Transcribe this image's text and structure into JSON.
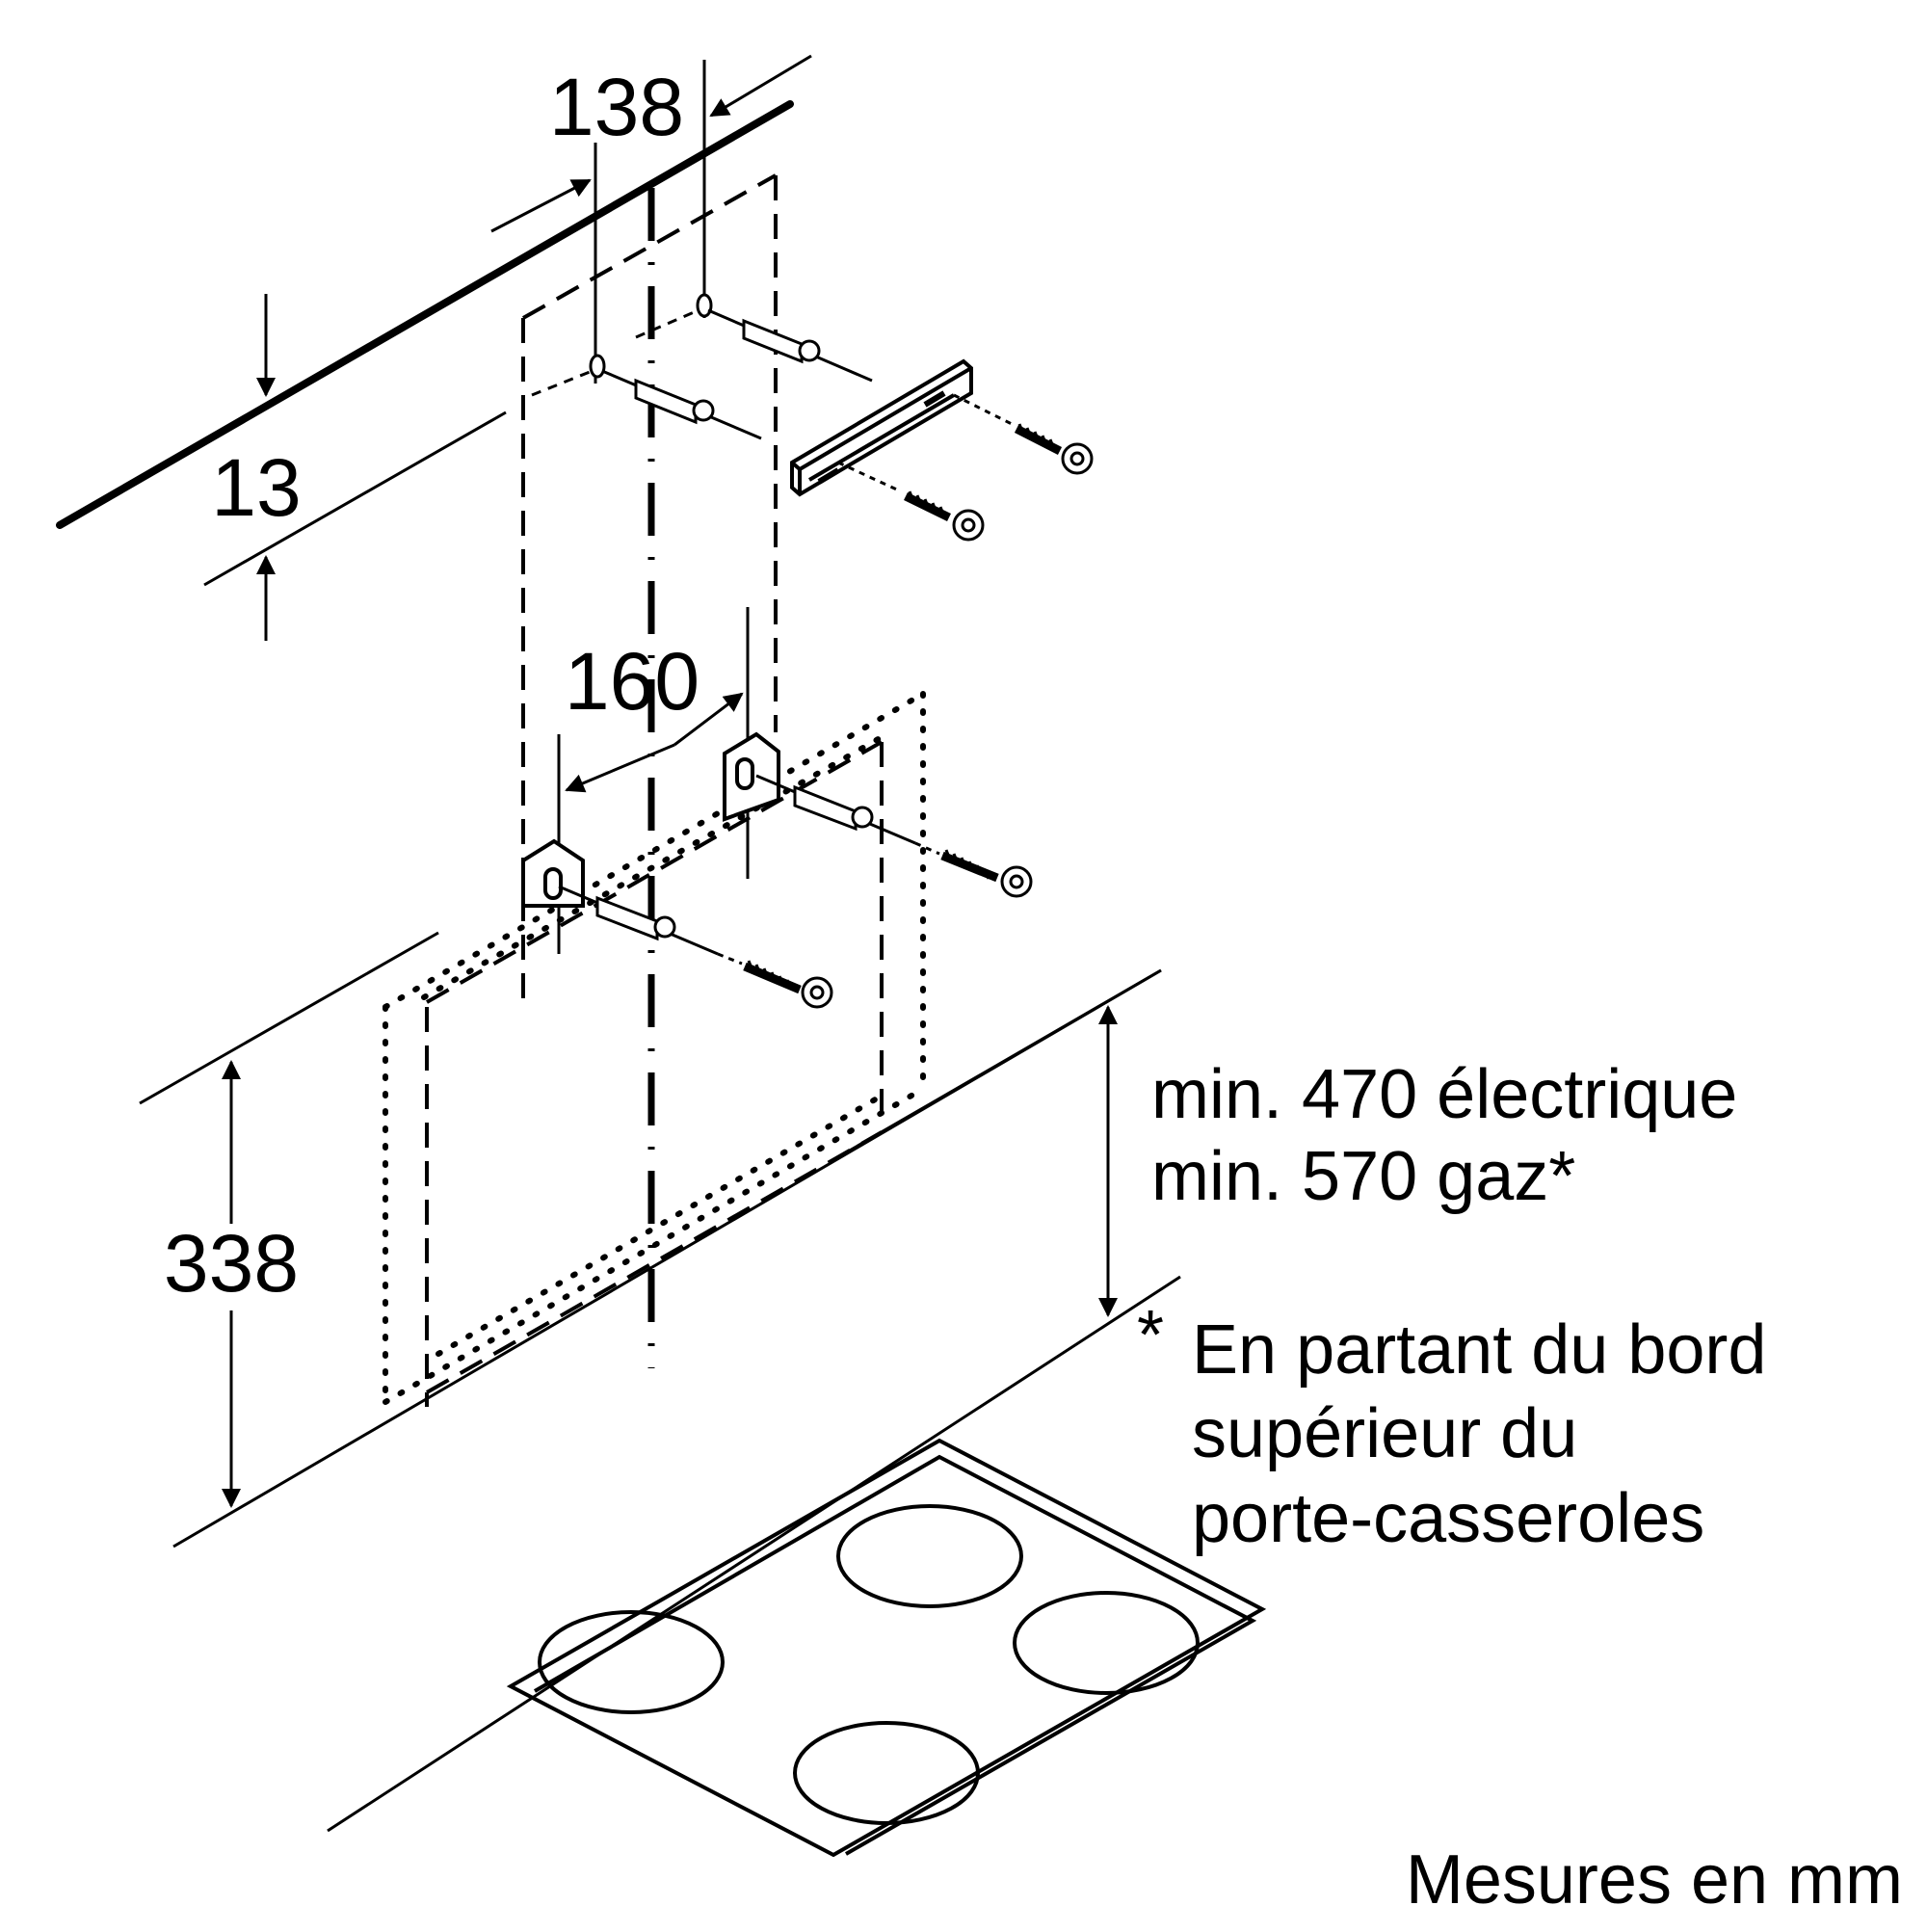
{
  "dimensions": {
    "d138": "138",
    "d13": "13",
    "d160": "160",
    "d338": "338"
  },
  "clearance": {
    "line1": "min. 470 électrique",
    "line2": "min. 570 gaz*"
  },
  "footnote": {
    "marker": "*",
    "line1": "En partant du bord",
    "line2": "supérieur du",
    "line3": "porte-casseroles"
  },
  "units_label": "Mesures en mm"
}
